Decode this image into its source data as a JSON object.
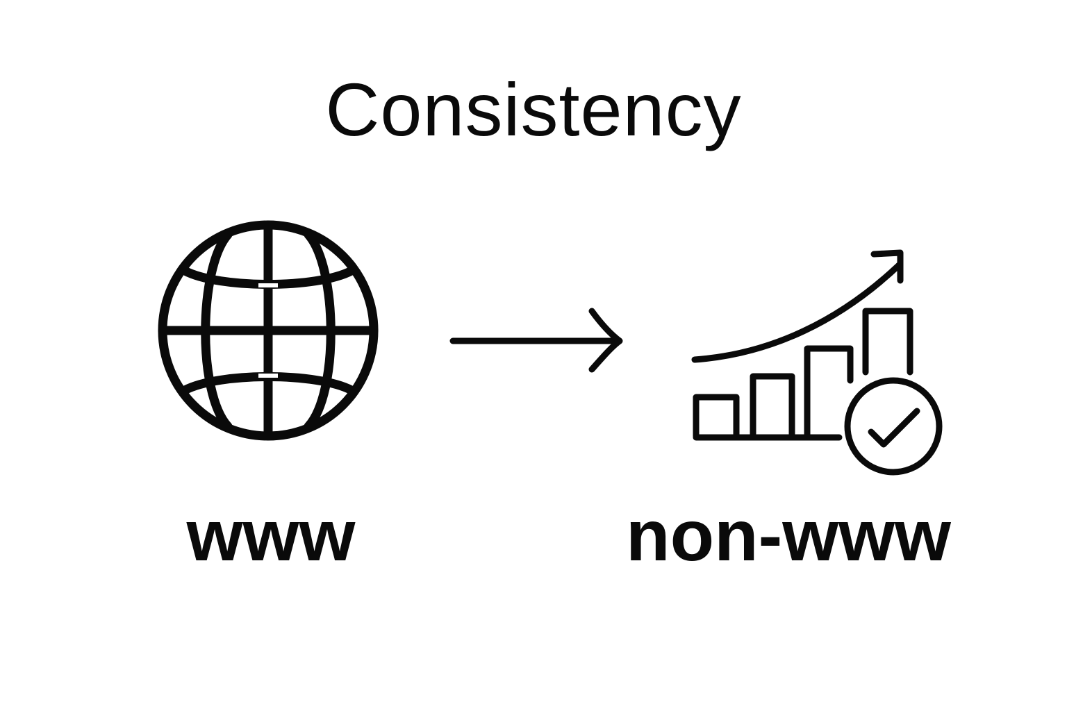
{
  "title": "Consistency",
  "labels": {
    "left": "www",
    "right": "non-www"
  },
  "icons": {
    "left": "globe-icon",
    "middle": "arrow-right-icon",
    "right": "growth-chart-check-icon"
  },
  "colors": {
    "foreground": "#0a0a0a",
    "background": "#ffffff"
  }
}
